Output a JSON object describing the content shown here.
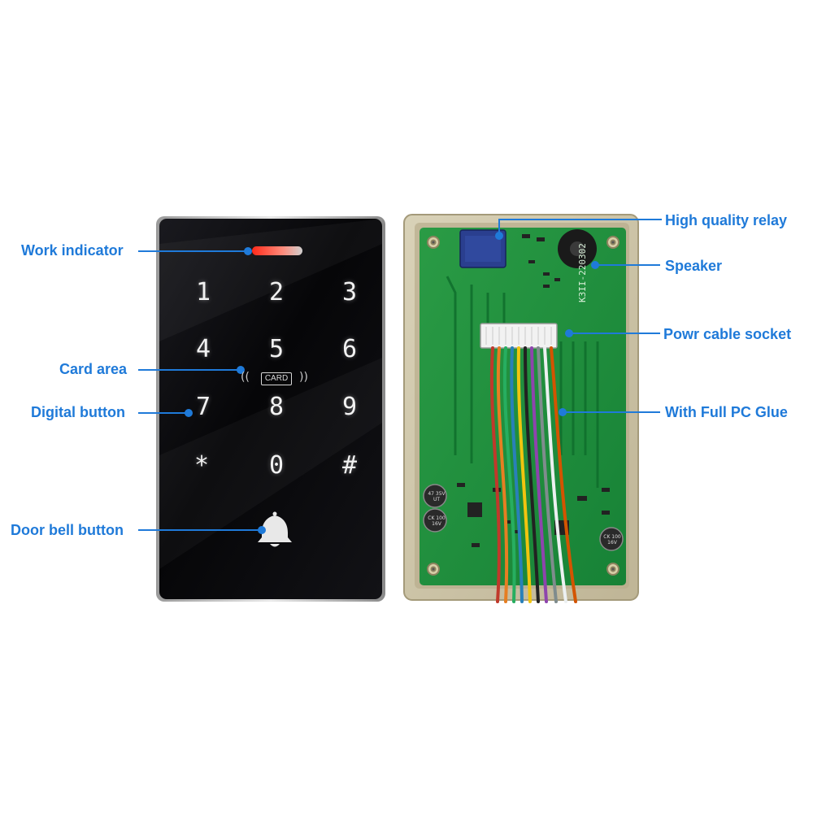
{
  "labels": {
    "work_indicator": "Work indicator",
    "card_area": "Card area",
    "digital_button": "Digital button",
    "door_bell_button": "Door bell button",
    "high_quality_relay": "High quality relay",
    "speaker": "Speaker",
    "power_cable_socket": "Powr cable socket",
    "full_pc_glue": "With Full PC Glue"
  },
  "keypad": {
    "keys": [
      "1",
      "2",
      "3",
      "4",
      "5",
      "6",
      "7",
      "8",
      "9",
      "*",
      "0",
      "#"
    ],
    "card_label": "CARD"
  },
  "pcb": {
    "board_code": "K3II-220302",
    "cap1": "47 35V UT",
    "cap2": "CK 100 16V",
    "cap3": "CK 100 16V"
  },
  "colors": {
    "label": "#1f7ad9",
    "pcb_green": "#1e8f3c",
    "panel_black": "#0b0b0d",
    "indicator_red": "#ff4a3a"
  }
}
